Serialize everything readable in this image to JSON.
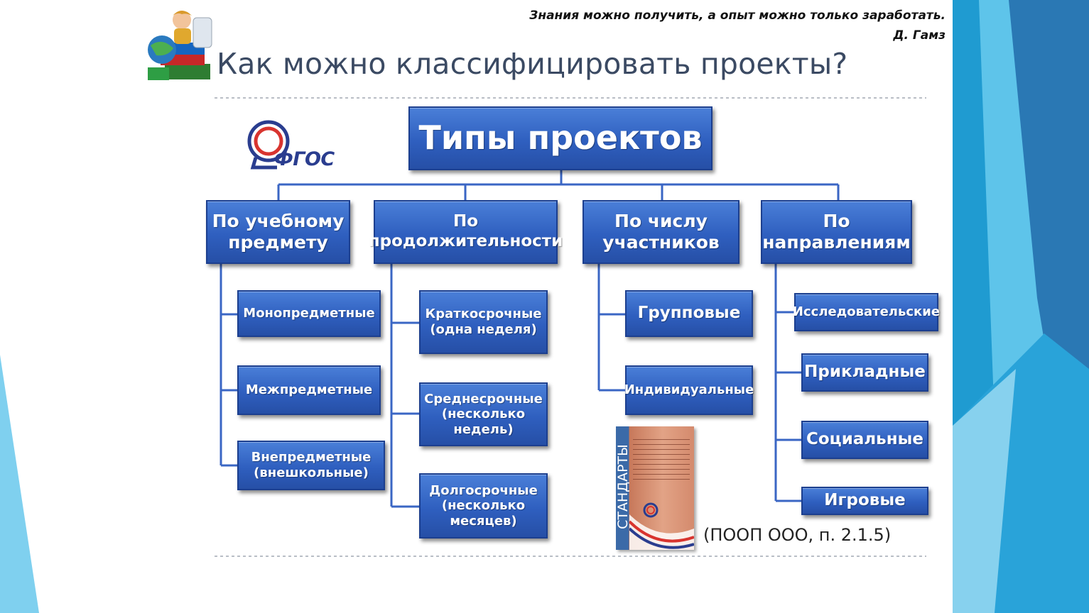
{
  "quote": {
    "text": "Знания можно получить, а опыт можно только заработать.",
    "author": "Д. Гамз"
  },
  "slide_title": "Как можно классифицировать проекты?",
  "logo": {
    "text": "ФГОС"
  },
  "diagram": {
    "root": "Типы проектов",
    "categories": [
      {
        "label": "По учебному предмету",
        "items": [
          "Монопредметные",
          "Межпредметные",
          "Внепредметные (внешкольные)"
        ]
      },
      {
        "label": "По продолжительности",
        "items": [
          "Краткосрочные (одна неделя)",
          "Среднесрочные (несколько недель)",
          "Долгосрочные (несколько месяцев)"
        ]
      },
      {
        "label": "По числу участников",
        "items": [
          "Групповые",
          "Индивидуальные"
        ]
      },
      {
        "label": "По направлениям",
        "items": [
          "Исследовательские",
          "Прикладные",
          "Социальные",
          "Игровые"
        ]
      }
    ]
  },
  "book": {
    "spine": "СТАНДАРТЫ"
  },
  "reference": "(ПООП ООО, п. 2.1.5)",
  "colors": {
    "box_fill": "#2f5fbf",
    "connector": "#3a66c4",
    "title_text": "#3b4a63",
    "deco_light": "#7fd0ef",
    "deco_dark": "#2a7ab8"
  }
}
